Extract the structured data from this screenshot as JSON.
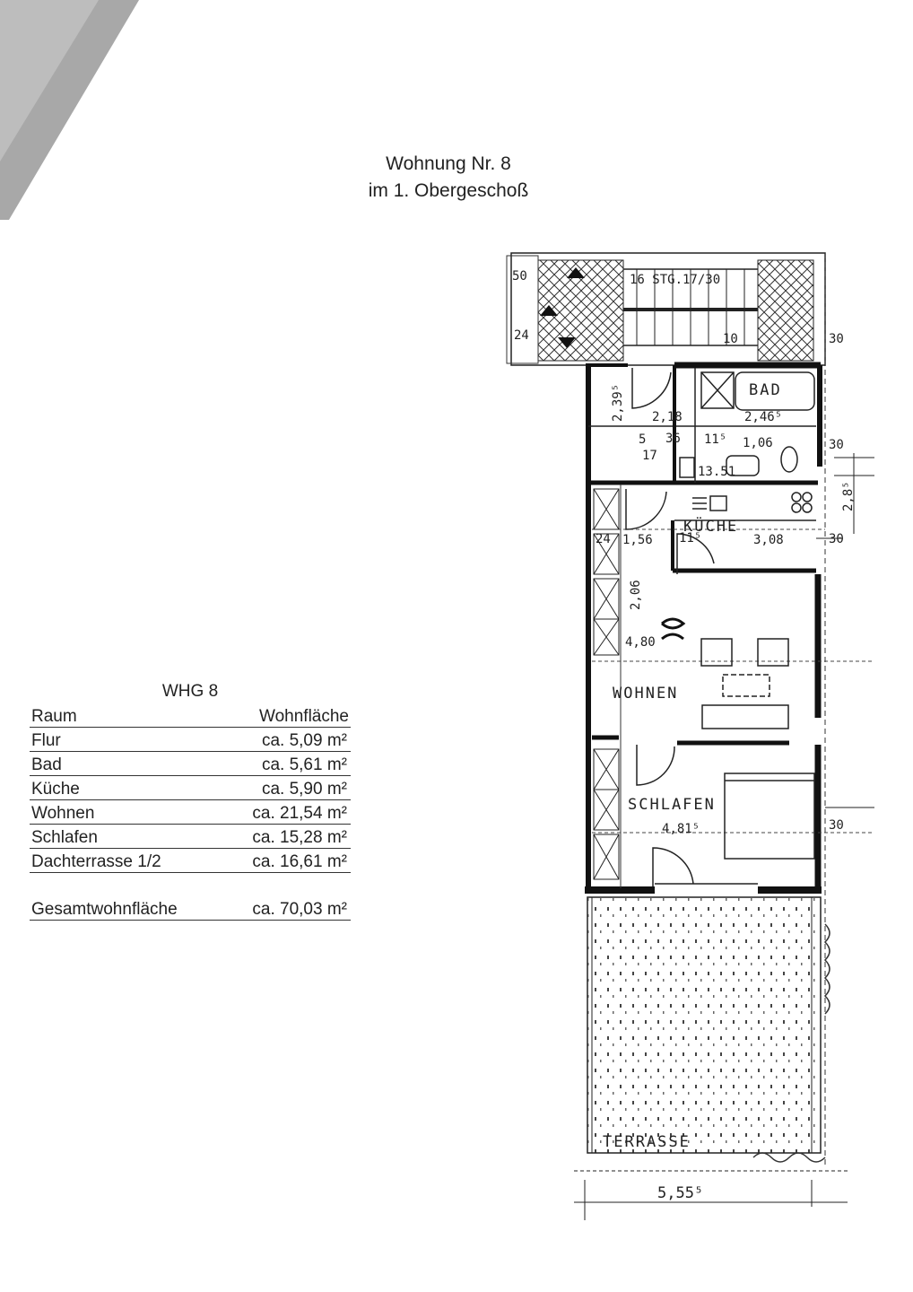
{
  "header": {
    "line1": "Wohnung Nr. 8",
    "line2": "im 1. Obergeschoß"
  },
  "area_table": {
    "title": "WHG 8",
    "col_room": "Raum",
    "col_area": "Wohnfläche",
    "rows": [
      {
        "room": "Flur",
        "area": "ca.  5,09 m²"
      },
      {
        "room": "Bad",
        "area": "ca.  5,61 m²"
      },
      {
        "room": "Küche",
        "area": "ca.  5,90 m²"
      },
      {
        "room": "Wohnen",
        "area": "ca. 21,54 m²"
      },
      {
        "room": "Schlafen",
        "area": "ca. 15,28 m²"
      },
      {
        "room": "Dachterrasse 1/2",
        "area": "ca. 16,61 m²"
      }
    ],
    "total_label": "Gesamtwohnfläche",
    "total_area": "ca. 70,03 m²"
  },
  "plan": {
    "rooms": {
      "bad": "BAD",
      "kueche": "KÜCHE",
      "wohnen": "WOHNEN",
      "schlafen": "SCHLAFEN",
      "terrasse": "TERRASSE"
    },
    "dims": {
      "stair": "16 STG.17/30",
      "d50": "50",
      "d24a": "24",
      "d24b": "24",
      "d10": "10",
      "d30a": "30",
      "d30b": "30",
      "d30c": "30",
      "d30d": "30",
      "d2395": "2,39⁵",
      "d218": "2,18",
      "d2465": "2,46⁵",
      "d5": "5",
      "d36": "36",
      "d115a": "11⁵",
      "d106": "1,06",
      "d17": "17",
      "d1351": "13.51",
      "d285": "2,8⁵",
      "d156": "1,56",
      "d115b": "11⁵",
      "d308": "3,08",
      "d206": "2,06",
      "d480": "4,80",
      "d4815": "4,81⁵",
      "d5555": "5,55⁵"
    }
  }
}
